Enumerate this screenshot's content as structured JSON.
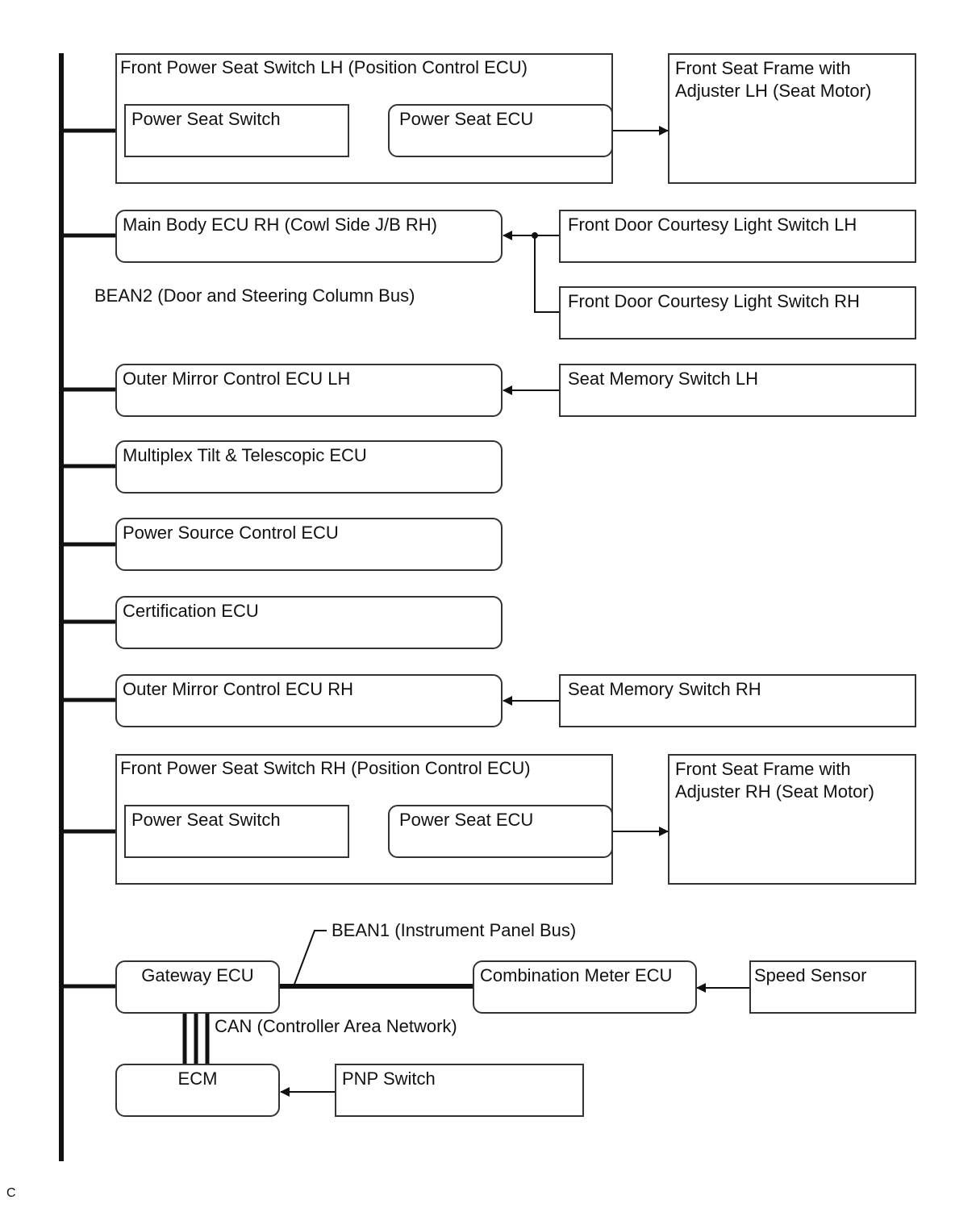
{
  "bean2_label": "BEAN2 (Door and Steering Column Bus)",
  "bean1_label": "BEAN1 (Instrument Panel Bus)",
  "can_label": "CAN (Controller Area Network)",
  "corner_mark": "C",
  "seat_lh": {
    "group": "Front Power Seat Switch LH (Position Control ECU)",
    "switch": "Power Seat Switch",
    "ecu": "Power Seat ECU",
    "motor": "Front Seat Frame with\nAdjuster LH (Seat Motor)"
  },
  "main_body_ecu": "Main Body ECU RH (Cowl Side J/B RH)",
  "door_switch_lh": "Front Door Courtesy Light Switch LH",
  "door_switch_rh": "Front Door Courtesy Light Switch RH",
  "mirror_lh": "Outer Mirror Control ECU LH",
  "memory_lh": "Seat Memory Switch LH",
  "tilt_ecu": "Multiplex Tilt & Telescopic ECU",
  "power_source_ecu": "Power Source Control ECU",
  "certification_ecu": "Certification ECU",
  "mirror_rh": "Outer Mirror Control ECU RH",
  "memory_rh": "Seat Memory Switch RH",
  "seat_rh": {
    "group": "Front Power Seat Switch RH (Position Control ECU)",
    "switch": "Power Seat Switch",
    "ecu": "Power Seat ECU",
    "motor": "Front Seat Frame with\nAdjuster RH (Seat Motor)"
  },
  "gateway_ecu": "Gateway ECU",
  "combination_meter": "Combination Meter ECU",
  "speed_sensor": "Speed Sensor",
  "ecm": "ECM",
  "pnp_switch": "PNP Switch"
}
